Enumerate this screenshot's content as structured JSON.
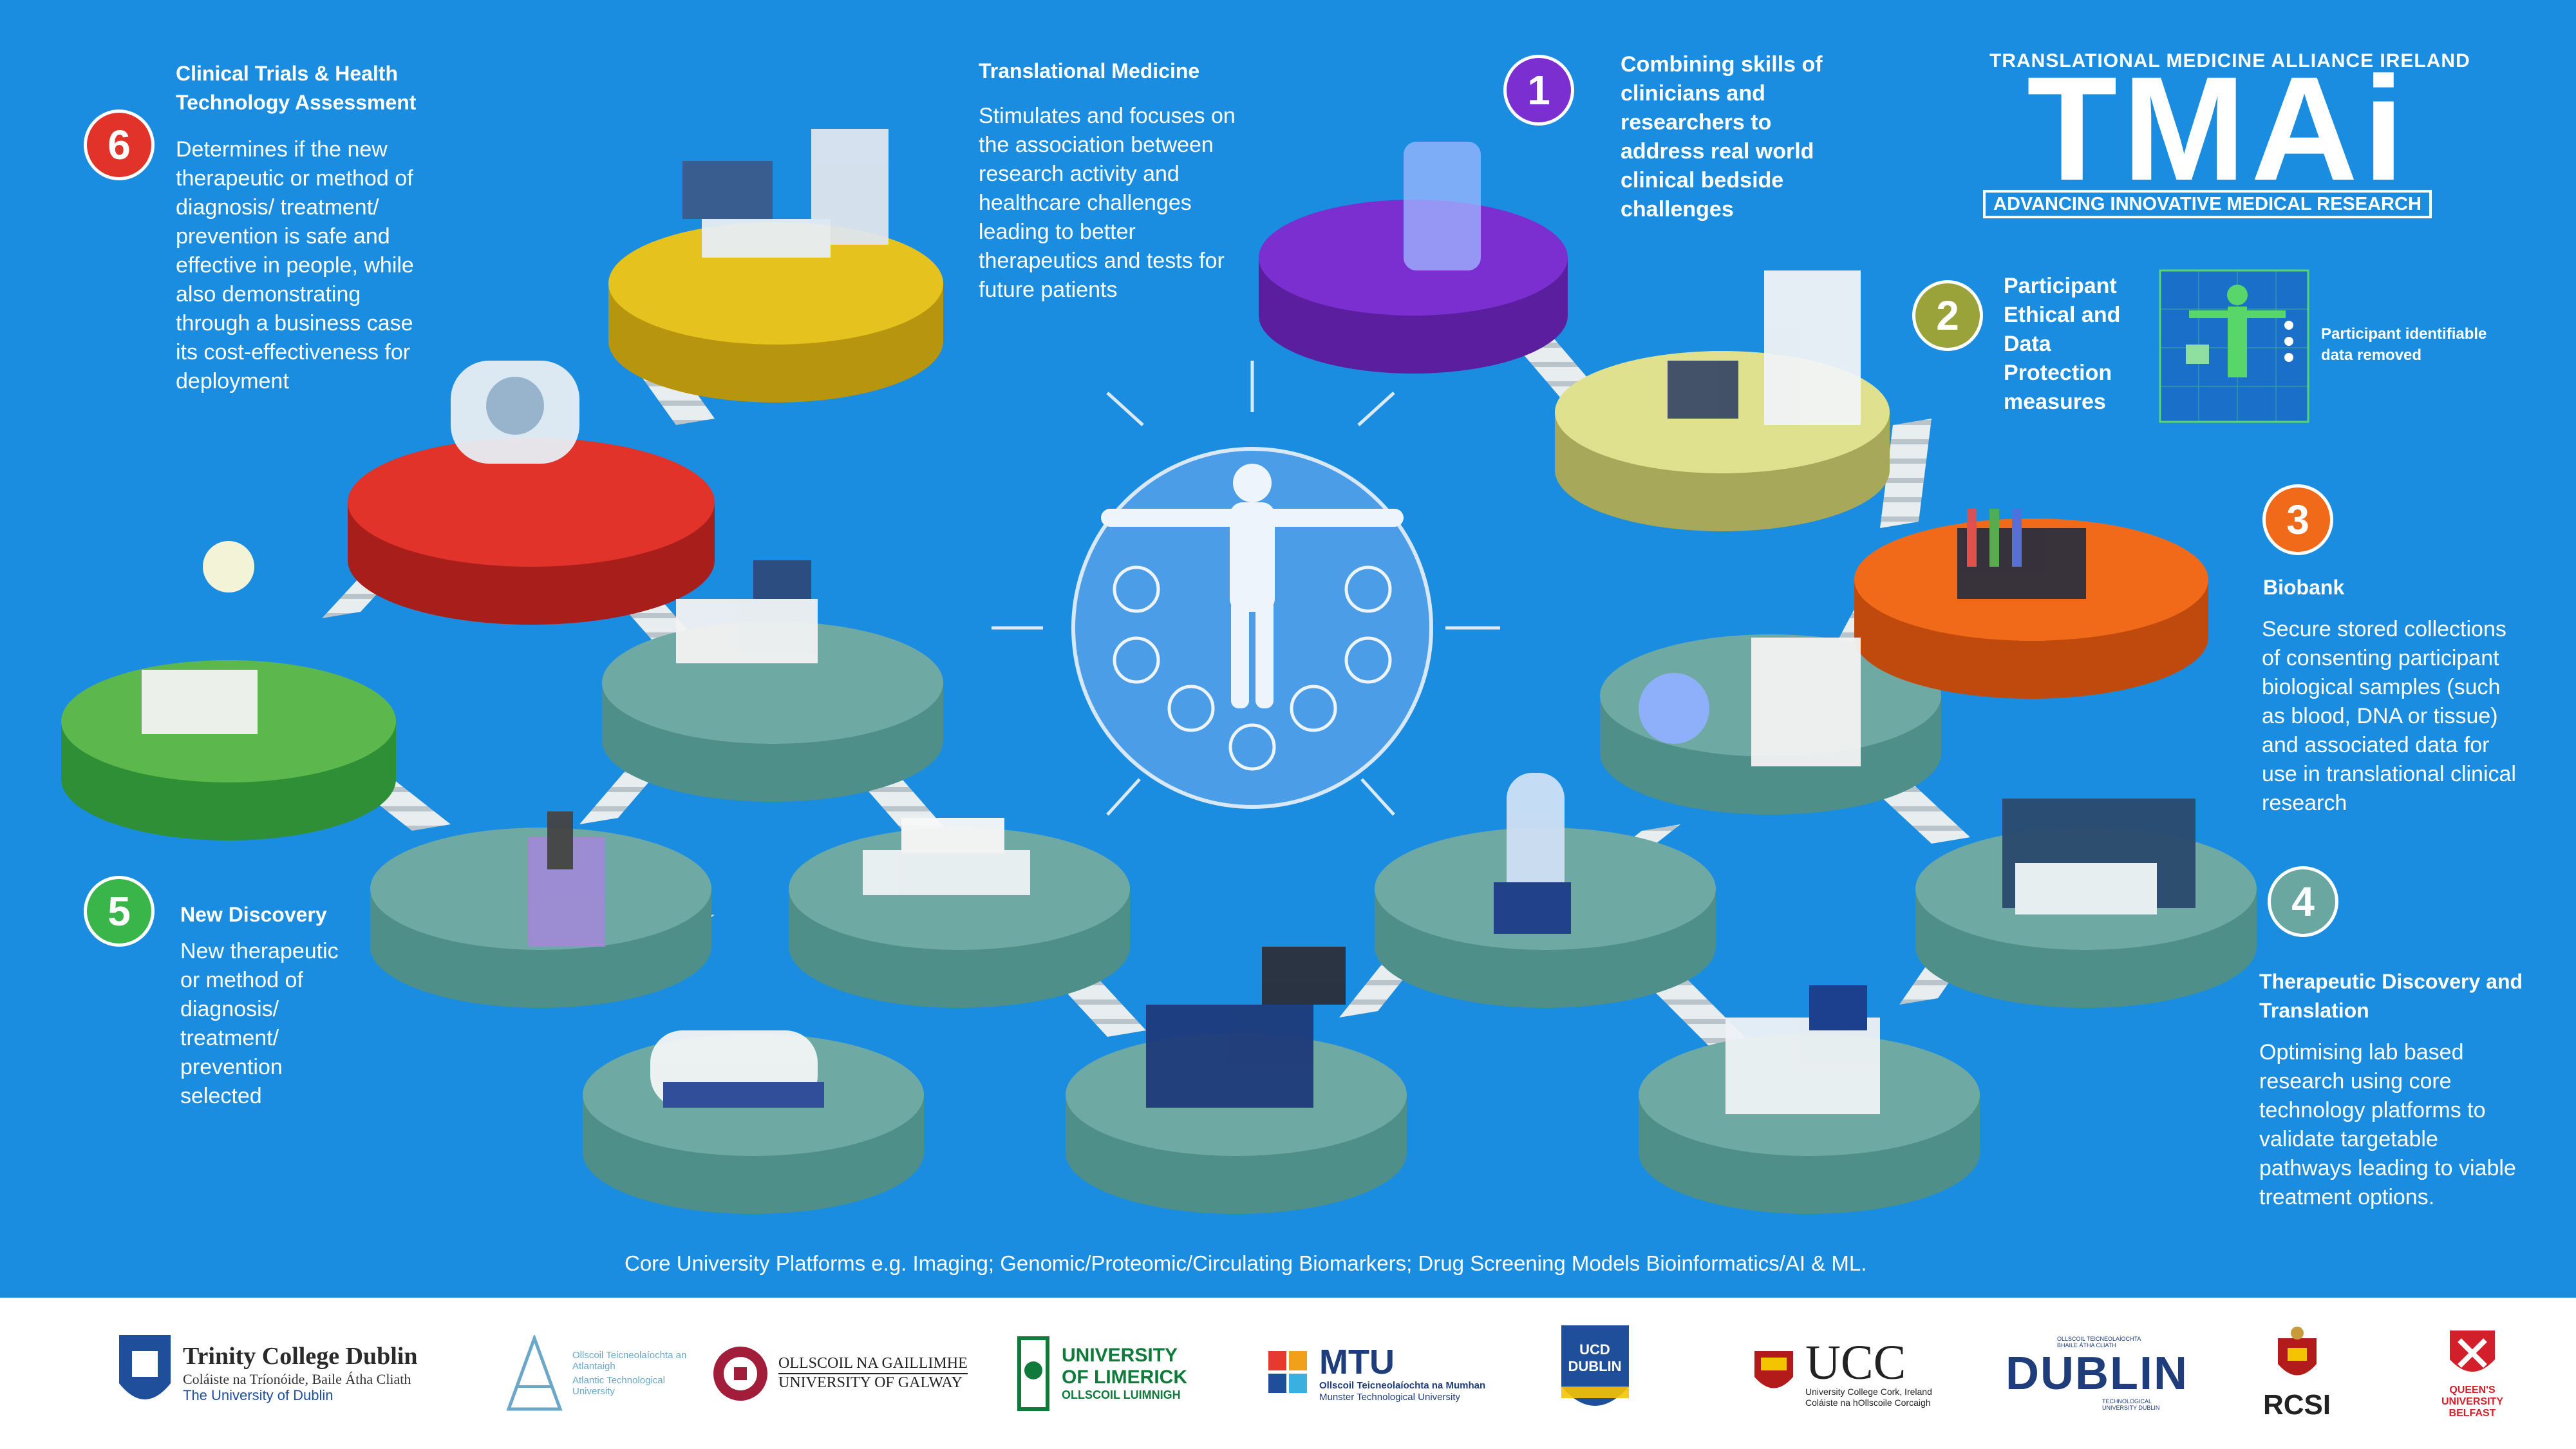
{
  "brand": {
    "top_line": "TRANSLATIONAL MEDICINE ALLIANCE IRELAND",
    "logo_text": "TMAi",
    "tagline": "ADVANCING INNOVATIVE MEDICAL RESEARCH"
  },
  "center": {
    "title": "Translational Medicine",
    "body": "Stimulates and focuses on the association between research activity and healthcare challenges leading to better therapeutics and tests for future patients"
  },
  "steps": [
    {
      "number": "1",
      "color": "#7b2fd0",
      "title": "",
      "body": "Combining skills of clinicians and researchers to address real world clinical bedside challenges"
    },
    {
      "number": "2",
      "color": "#9aa23a",
      "title": "Participant Ethical and Data Protection measures",
      "body": ""
    },
    {
      "number": "3",
      "color": "#f06a1a",
      "title": "Biobank",
      "body": "Secure stored collections of consenting participant biological samples (such as blood, DNA or tissue) and associated data for use in translational clinical research"
    },
    {
      "number": "4",
      "color": "#6aa7a0",
      "title": "Therapeutic Discovery and Translation",
      "body": "Optimising lab based research using core technology platforms to validate targetable pathways leading to viable treatment options."
    },
    {
      "number": "5",
      "color": "#3ab54a",
      "title": "New Discovery",
      "body": "New therapeutic or method of diagnosis/ treatment/ prevention selected"
    },
    {
      "number": "6",
      "color": "#e2332a",
      "title": "Clinical Trials & Health Technology Assessment",
      "body": "Determines if the new therapeutic or method of diagnosis/ treatment/ prevention is safe and effective in people, while also demonstrating through a business case its cost-effectiveness for deployment"
    }
  ],
  "data_protection_note": "Participant identifiable data removed",
  "platforms_caption": "Core University Platforms e.g. Imaging; Genomic/Proteomic/Circulating Biomarkers; Drug Screening Models Bioinformatics/AI & ML.",
  "partners": [
    {
      "name": "Trinity College Dublin",
      "sub1": "Coláiste na Tríonóide, Baile Átha Cliath",
      "sub2": "The University of Dublin"
    },
    {
      "name": "Ollscoil Teicneolaíochta an Atlantaigh",
      "sub1": "Atlantic Technological University",
      "sub2": ""
    },
    {
      "name": "OLLSCOIL NA GAILLIMHE",
      "sub1": "UNIVERSITY OF GALWAY",
      "sub2": ""
    },
    {
      "name": "UNIVERSITY OF LIMERICK",
      "sub1": "OLLSCOIL LUIMNIGH",
      "sub2": ""
    },
    {
      "name": "MTU",
      "sub1": "Ollscoil Teicneolaíochta na Mumhan",
      "sub2": "Munster Technological University"
    },
    {
      "name": "UCD DUBLIN",
      "sub1": "",
      "sub2": ""
    },
    {
      "name": "UCC",
      "sub1": "University College Cork, Ireland",
      "sub2": "Coláiste na hOllscoile Corcaigh"
    },
    {
      "name": "DUBLIN",
      "sub1": "OLLSCOIL TEICNEOLAÍOCHTA BHAILE ÁTHA CLIATH",
      "sub2": "TECHNOLOGICAL UNIVERSITY DUBLIN"
    },
    {
      "name": "RCSI",
      "sub1": "",
      "sub2": ""
    },
    {
      "name": "QUEEN'S UNIVERSITY BELFAST",
      "sub1": "",
      "sub2": ""
    }
  ]
}
